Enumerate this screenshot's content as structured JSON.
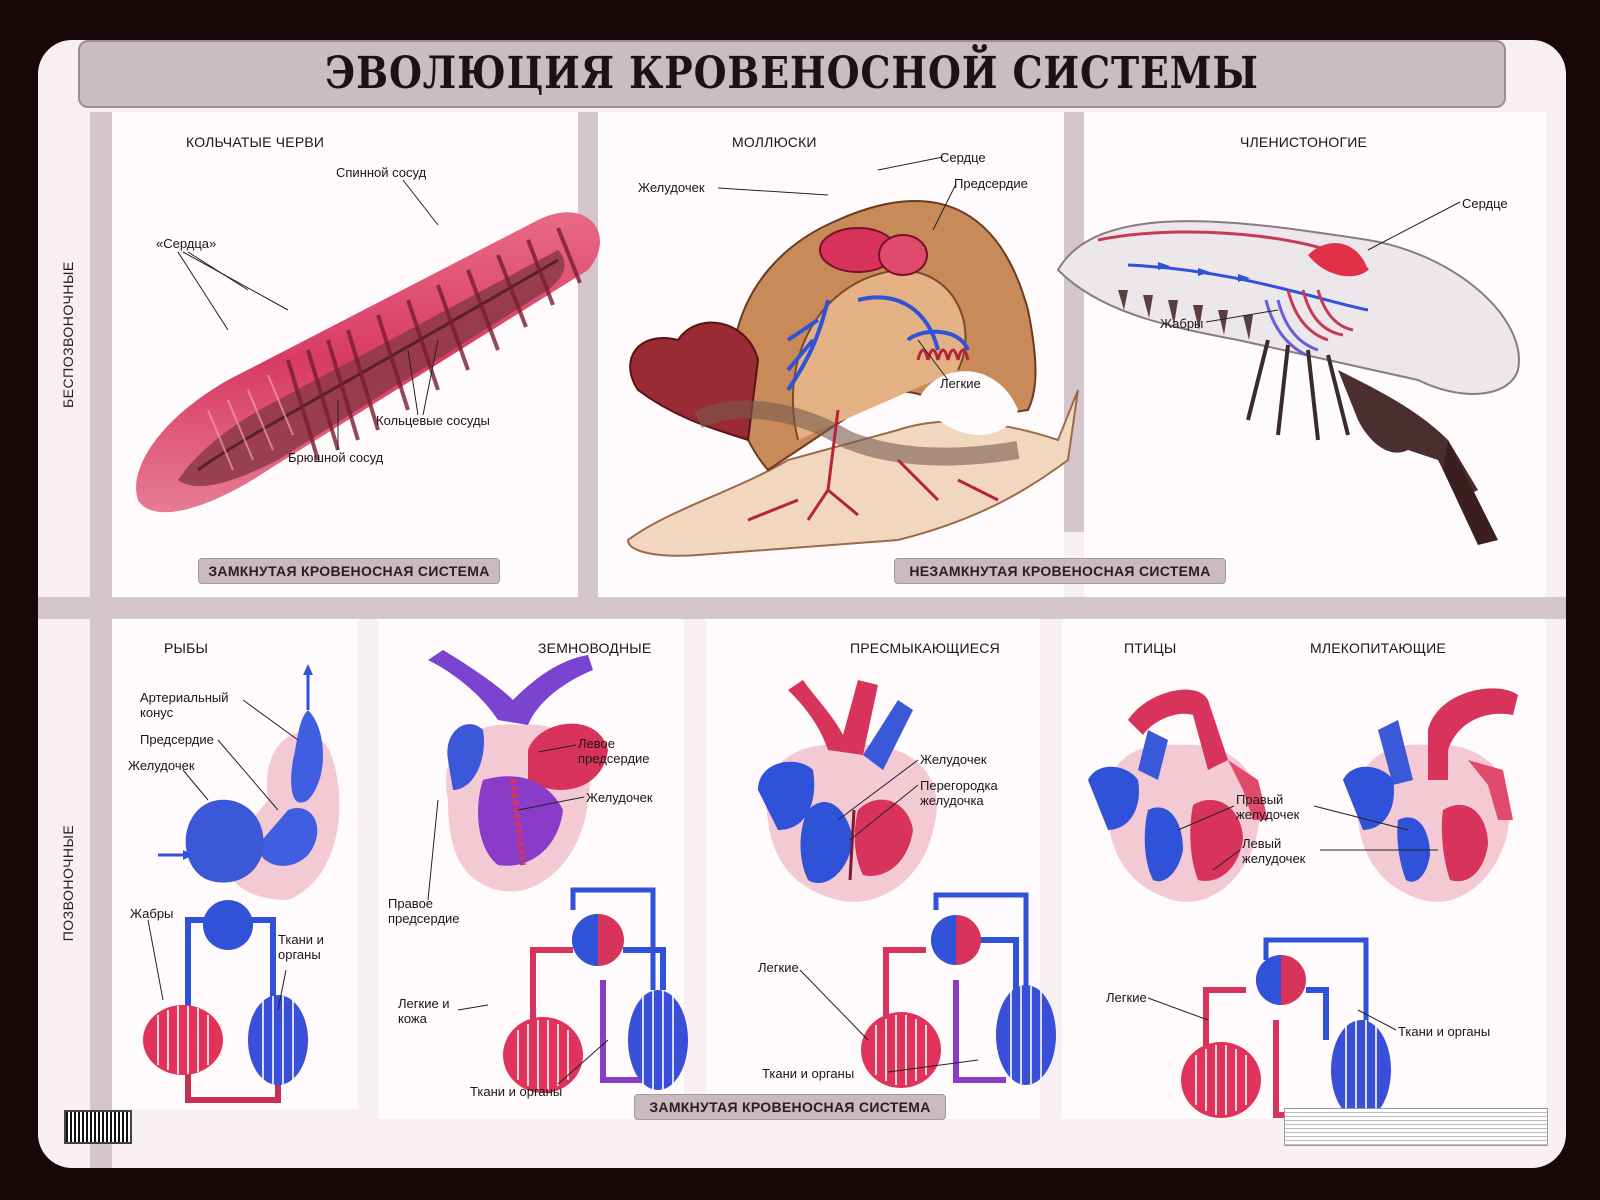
{
  "title": "ЭВОЛЮЦИЯ КРОВЕНОСНОЙ СИСТЕМЫ",
  "side_labels": {
    "invertebrates": "БЕСПОЗВОНОЧНЫЕ",
    "vertebrates": "ПОЗВОНОЧНЫЕ"
  },
  "bands": {
    "closed_top": "ЗАМКНУТАЯ КРОВЕНОСНАЯ СИСТЕМА",
    "open_top": "НЕЗАМКНУТАЯ КРОВЕНОСНАЯ СИСТЕМА",
    "closed_bottom": "ЗАМКНУТАЯ КРОВЕНОСНАЯ СИСТЕМА"
  },
  "worms": {
    "heading": "КОЛЬЧАТЫЕ ЧЕРВИ",
    "dorsal": "Спинной сосуд",
    "hearts": "«Сердца»",
    "ring": "Кольцевые сосуды",
    "ventral": "Брюшной сосуд"
  },
  "mollusks": {
    "heading": "МОЛЛЮСКИ",
    "heart": "Сердце",
    "ventricle": "Желудочек",
    "atrium": "Предсердие",
    "lung": "Легкие"
  },
  "arthropods": {
    "heading": "ЧЛЕНИСТОНОГИЕ",
    "heart": "Сердце",
    "gills": "Жабры"
  },
  "fish": {
    "heading": "РЫБЫ",
    "conus": "Артериальный конус",
    "atrium": "Предсердие",
    "ventricle": "Желудочек",
    "gills": "Жабры",
    "tissues": "Ткани и органы"
  },
  "amphibians": {
    "heading": "ЗЕМНОВОДНЫЕ",
    "left_atrium": "Левое предсердие",
    "ventricle": "Желудочек",
    "right_atrium": "Правое предсердие",
    "lungs_skin": "Легкие и кожа",
    "tissues": "Ткани и органы"
  },
  "reptiles": {
    "heading": "ПРЕСМЫКАЮЩИЕСЯ",
    "ventricle": "Желудочек",
    "septum": "Перегородка желудочка",
    "lungs": "Легкие",
    "tissues": "Ткани и органы"
  },
  "birds_mammals": {
    "heading_birds": "ПТИЦЫ",
    "heading_mammals": "МЛЕКОПИТАЮЩИЕ",
    "right_ventricle": "Правый желудочек",
    "left_ventricle": "Левый желудочек",
    "lungs": "Легкие",
    "tissues": "Ткани и органы"
  },
  "colors": {
    "arterial": "#e0325a",
    "venous": "#2f52d8",
    "mixed": "#8a3cc8",
    "tissue": "#f3c9d3",
    "panel_grey": "#d4c6cb"
  }
}
